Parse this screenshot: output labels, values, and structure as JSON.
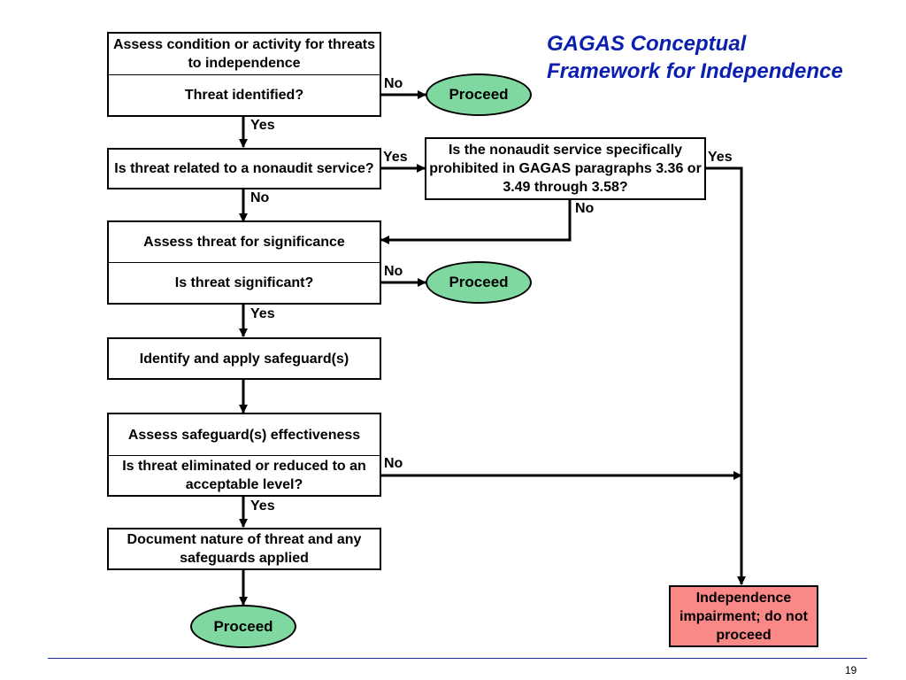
{
  "title": {
    "line1": "GAGAS Conceptual",
    "line2": "Framework for Independence"
  },
  "boxes": {
    "assess_condition": "Assess condition or activity for threats to independence",
    "threat_identified": "Threat identified?",
    "nonaudit_related": "Is threat related to a nonaudit service?",
    "nonaudit_prohibited": "Is the nonaudit service specifically prohibited in GAGAS paragraphs 3.36 or 3.49 through 3.58?",
    "assess_significance": "Assess threat for significance",
    "is_significant": "Is threat significant?",
    "apply_safeguards": "Identify and apply safeguard(s)",
    "assess_effectiveness": "Assess safeguard(s) effectiveness",
    "is_eliminated": "Is threat eliminated or reduced to an acceptable level?",
    "document": "Document nature of threat and any safeguards applied",
    "impairment": "Independence impairment; do not proceed"
  },
  "ovals": {
    "proceed_1": "Proceed",
    "proceed_2": "Proceed",
    "proceed_3": "Proceed"
  },
  "labels": {
    "no_threat": "No",
    "yes_threat": "Yes",
    "yes_nonaudit": "Yes",
    "no_nonaudit": "No",
    "yes_prohibited": "Yes",
    "no_prohibited": "No",
    "no_significant": "No",
    "yes_significant": "Yes",
    "no_eliminated": "No",
    "yes_eliminated": "Yes"
  },
  "colors": {
    "title": "#0a1fb0",
    "proceed_fill": "#7fd8a0",
    "impairment_fill": "#f98886",
    "footer_line": "#1f2a9e"
  },
  "page_number": "19"
}
